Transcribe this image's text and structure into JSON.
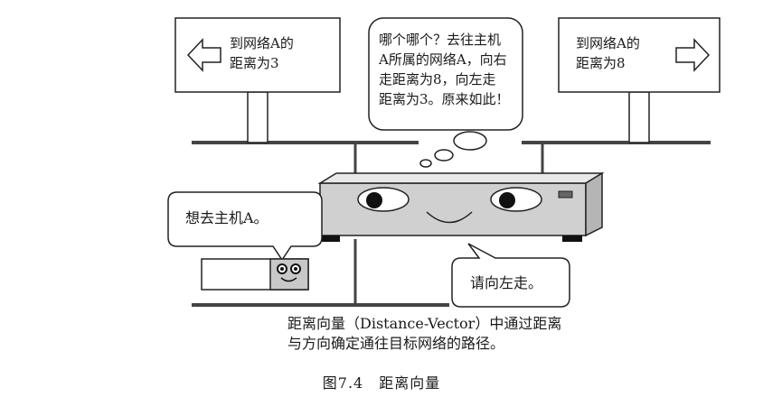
{
  "signs": {
    "left": {
      "line1": "到网络A的",
      "line2": "距离为3"
    },
    "right": {
      "line1": "到网络A的",
      "line2": "距离为8"
    }
  },
  "router_thought": {
    "line1": "哪个哪个？去往主机",
    "line2": "A所属的网络A，向右",
    "line3": "走距离为8，向左走",
    "line4": "距离为3。原来如此！"
  },
  "host_speech": {
    "text": "想去主机A。"
  },
  "router_speech": {
    "text": "请向左走。"
  },
  "description": {
    "line1": "距离向量（Distance-Vector）中通过距离",
    "line2": "与方向确定通往目标网络的路径。"
  },
  "figure_caption": "图7.4　距离向量"
}
